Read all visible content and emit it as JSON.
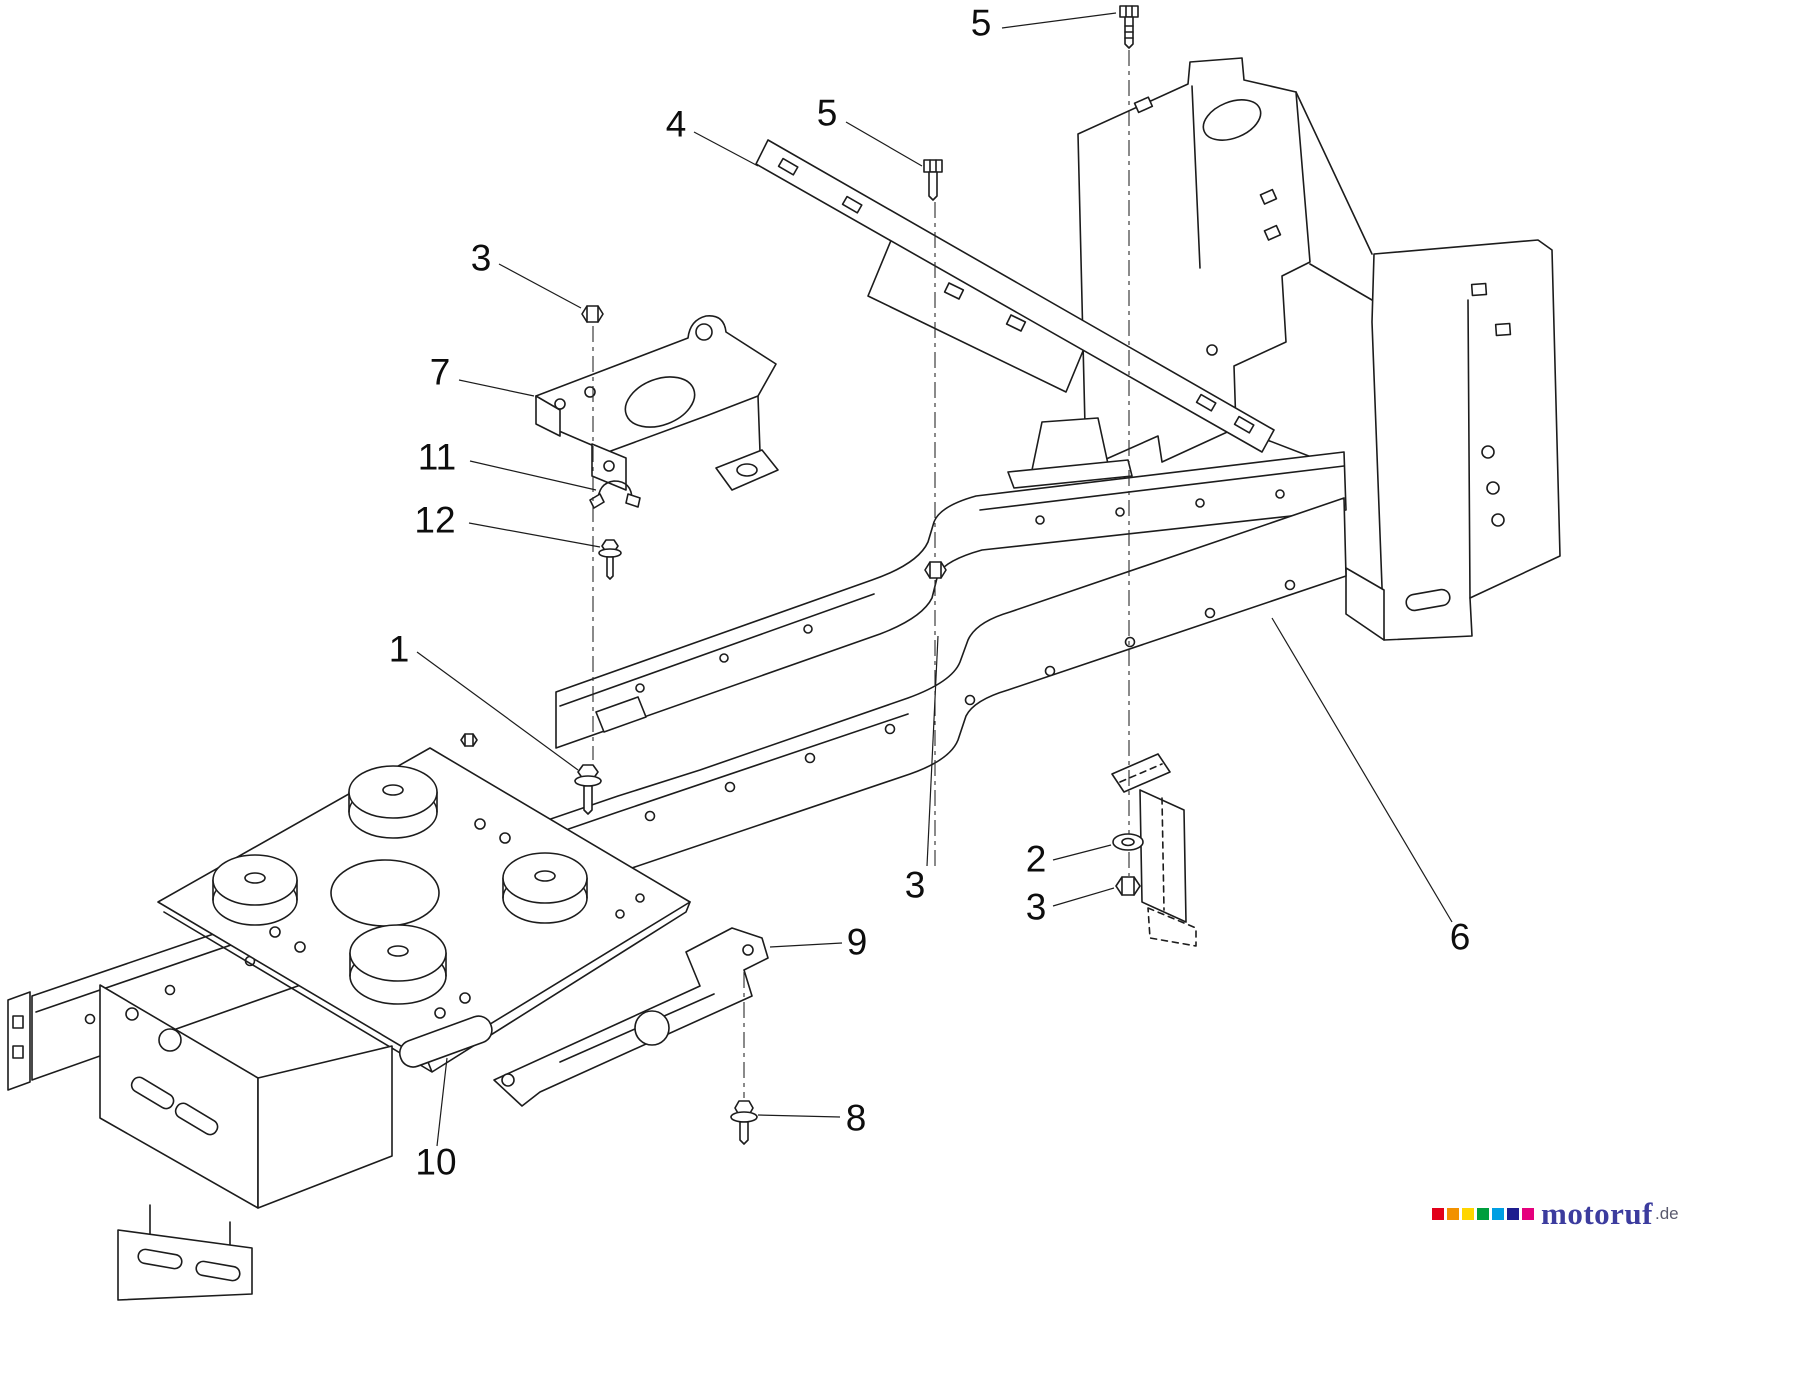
{
  "page": {
    "background": "#ffffff"
  },
  "diagram": {
    "line_color": "#1c1c1c",
    "callouts": [
      {
        "label": "5"
      },
      {
        "label": "4"
      },
      {
        "label": "5"
      },
      {
        "label": "3"
      },
      {
        "label": "7"
      },
      {
        "label": "11"
      },
      {
        "label": "12"
      },
      {
        "label": "1"
      },
      {
        "label": "3"
      },
      {
        "label": "2"
      },
      {
        "label": "3"
      },
      {
        "label": "9"
      },
      {
        "label": "8"
      },
      {
        "label": "10"
      },
      {
        "label": "6"
      }
    ]
  },
  "logo": {
    "brand": "motoruf",
    "tld": ".de",
    "brand_color": "#3c3c9e",
    "squares": [
      "#e2001a",
      "#f29100",
      "#ffd500",
      "#009e3d",
      "#009fe3",
      "#1d1d8f",
      "#e5007d"
    ]
  }
}
